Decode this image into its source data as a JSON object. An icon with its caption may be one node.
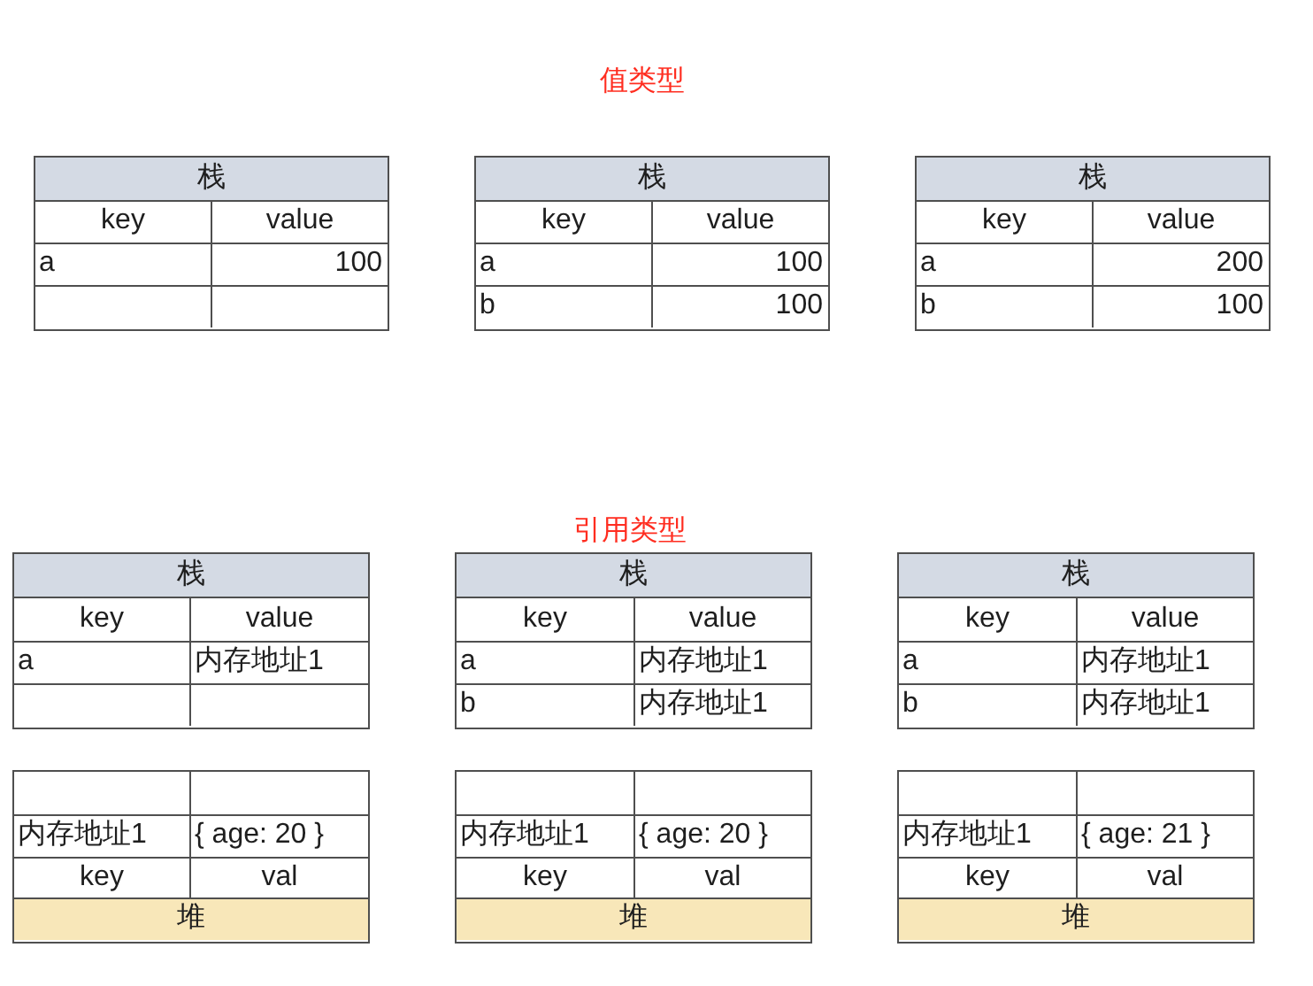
{
  "diagram": {
    "nodes": [
      {
        "text": [
          "栈",
          "key",
          "value",
          "a",
          "100"
        ]
      },
      {
        "text": [
          "栈",
          "key",
          "value",
          "a",
          "100",
          "b",
          "100"
        ]
      },
      {
        "text": [
          "栈",
          "key",
          "value",
          "a",
          "200",
          "b",
          "100"
        ]
      },
      {
        "text": [
          "栈",
          "key",
          "value",
          "a",
          "内存地址1"
        ]
      },
      {
        "text": [
          "栈",
          "key",
          "value",
          "a",
          "内存地址1",
          "b",
          "内存地址1"
        ]
      },
      {
        "text": [
          "栈",
          "key",
          "value",
          "a",
          "内存地址1",
          "b",
          "内存地址1"
        ]
      },
      {
        "text": [
          "内存地址1",
          "{ age: 20 }",
          "key",
          "val",
          "堆"
        ]
      },
      {
        "text": [
          "内存地址1",
          "{ age: 20 }",
          "key",
          "val",
          "堆"
        ]
      },
      {
        "text": [
          "内存地址1",
          "{ age: 21 }",
          "key",
          "val",
          "堆"
        ]
      }
    ],
    "labels": [
      "值类型",
      "引用类型"
    ]
  }
}
